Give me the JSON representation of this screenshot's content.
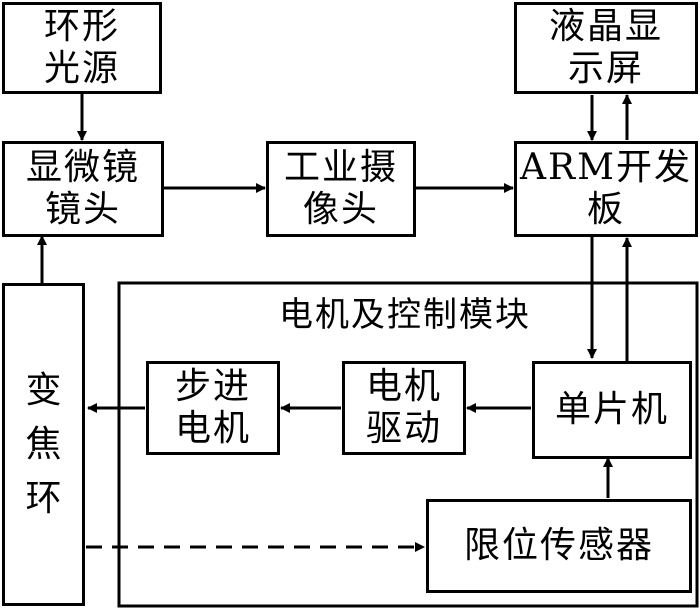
{
  "blocks": {
    "light_source": "环形\n光源",
    "microscope_lens": "显微镜\n镜头",
    "industrial_camera": "工业摄\n像头",
    "arm_board": "ARM开发\n板",
    "lcd_screen": "液晶显\n示屏",
    "zoom_ring": "变焦环",
    "stepper_motor": "步进\n电机",
    "motor_driver": "电机\n驱动",
    "mcu": "单片机",
    "limit_sensor": "限位传感器"
  },
  "module_title": "电机及控制模块"
}
